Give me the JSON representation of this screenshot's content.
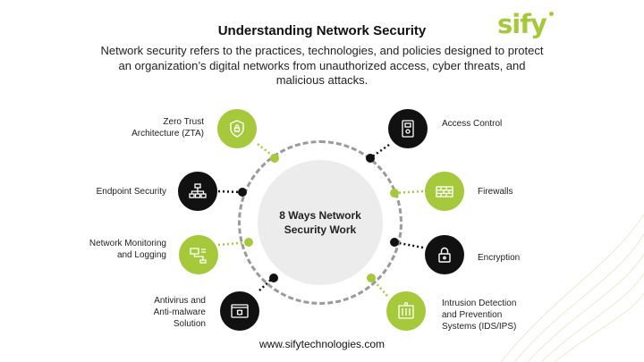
{
  "header": {
    "title": "Understanding Network Security",
    "subtitle": "Network security refers to the practices, technologies, and policies designed to protect an organization’s digital networks from unauthorized access, cyber threats, and malicious attacks."
  },
  "brand": {
    "logo_text": "sify",
    "accent_color": "#a6c93b",
    "dark_color": "#111111"
  },
  "center": {
    "line1": "8 Ways Network",
    "line2": "Security Work"
  },
  "items": [
    {
      "label": "Zero Trust\nArchitecture (ZTA)",
      "icon": "shield-lock-icon",
      "style": "green"
    },
    {
      "label": "Endpoint Security",
      "icon": "network-nodes-icon",
      "style": "black"
    },
    {
      "label": "Network Monitoring\nand Logging",
      "icon": "monitor-network-icon",
      "style": "green"
    },
    {
      "label": "Antivirus and\nAnti-malware\nSolution",
      "icon": "bug-browser-icon",
      "style": "black"
    },
    {
      "label": "Access Control",
      "icon": "access-panel-icon",
      "style": "black"
    },
    {
      "label": "Firewalls",
      "icon": "firewall-brick-icon",
      "style": "green"
    },
    {
      "label": "Encryption",
      "icon": "padlock-icon",
      "style": "black"
    },
    {
      "label": "Intrusion Detection\nand Prevention\nSystems (IDS/IPS)",
      "icon": "ids-gate-icon",
      "style": "green"
    }
  ],
  "footer": {
    "url": "www.sifytechnologies.com"
  }
}
